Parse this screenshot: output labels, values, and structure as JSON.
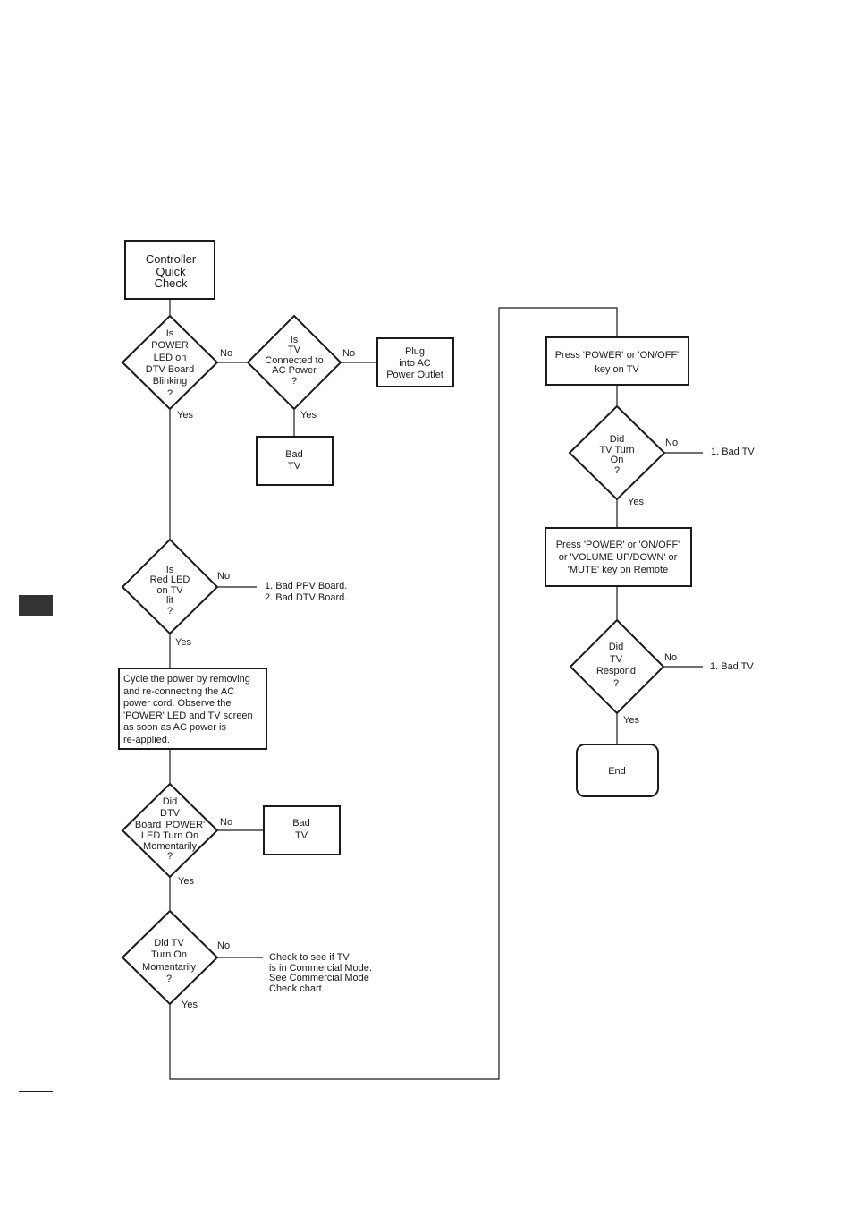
{
  "nodes": {
    "start": [
      "Controller",
      "Quick",
      "Check"
    ],
    "d_power_led": [
      "Is",
      "POWER",
      "LED on",
      "DTV Board",
      "Blinking",
      "?"
    ],
    "d_ac_power": [
      "Is",
      "TV",
      "Connected to",
      "AC Power",
      "?"
    ],
    "plug_ac": [
      "Plug",
      "into AC",
      "Power Outlet"
    ],
    "bad_tv_1": [
      "Bad",
      "TV"
    ],
    "d_red_led": [
      "Is",
      "Red LED",
      "on TV",
      "lit",
      "?"
    ],
    "red_led_no": [
      "1. Bad PPV Board.",
      "2. Bad DTV Board."
    ],
    "cycle_power": [
      "Cycle the power by removing",
      "and re-connecting the AC",
      "power cord.  Observe the",
      "'POWER' LED and TV screen",
      "as soon as AC power is",
      "re-applied."
    ],
    "d_dtv_led": [
      "Did",
      "DTV",
      "Board 'POWER'",
      "LED Turn On",
      "Momentarily",
      "?"
    ],
    "bad_tv_2": [
      "Bad",
      "TV"
    ],
    "d_tv_momentary": [
      "Did TV",
      "Turn On",
      "Momentarily",
      "?"
    ],
    "commercial_mode": [
      "Check to see if TV",
      "is in Commercial Mode.",
      "See Commercial Mode",
      "Check chart."
    ],
    "press_power_tv": [
      "Press 'POWER' or 'ON/OFF'",
      "key on TV"
    ],
    "d_tv_turn_on": [
      "Did",
      "TV Turn",
      "On",
      "?"
    ],
    "tv_turn_on_no": [
      "1. Bad TV"
    ],
    "press_power_remote": [
      "Press 'POWER' or 'ON/OFF'",
      "or 'VOLUME UP/DOWN' or",
      "'MUTE' key on Remote"
    ],
    "d_tv_respond": [
      "Did",
      "TV",
      "Respond",
      "?"
    ],
    "tv_respond_no": [
      "1. Bad TV"
    ],
    "end": [
      "End"
    ]
  },
  "labels": {
    "no": "No",
    "yes": "Yes"
  }
}
